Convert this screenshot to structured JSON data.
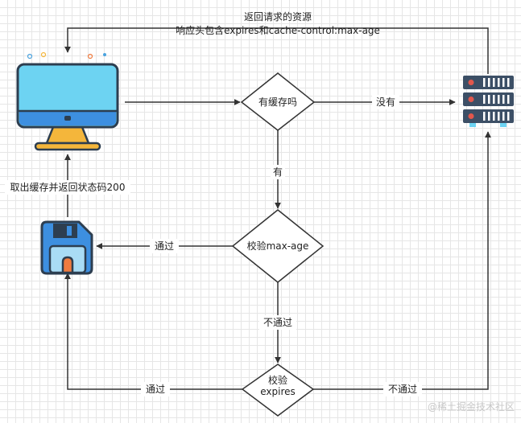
{
  "labels": {
    "return_line1": "返回请求的资源",
    "return_line2": "响应头包含expires和cache-control:max-age",
    "has_cache": "有缓存吗",
    "no_cache": "没有",
    "yes_cache": "有",
    "check_maxage": "校验max-age",
    "maxage_pass": "通过",
    "maxage_fail": "不通过",
    "check_expires_1": "校验",
    "check_expires_2": "expires",
    "expires_pass": "通过",
    "expires_fail": "不通过",
    "cache_return": "取出缓存并返回状态码200"
  },
  "watermark": "@稀土掘金技术社区",
  "icons": {
    "computer": "computer-monitor-icon",
    "server": "server-rack-icon",
    "cache": "floppy-disk-icon"
  },
  "colors": {
    "line": "#333333",
    "monitor_screen": "#6dd3f2",
    "monitor_stand": "#f4b63b",
    "server_body": "#3c4f66",
    "server_led": "#e2574c",
    "disk_body": "#3d8fe0",
    "disk_accent": "#f07b3f"
  }
}
